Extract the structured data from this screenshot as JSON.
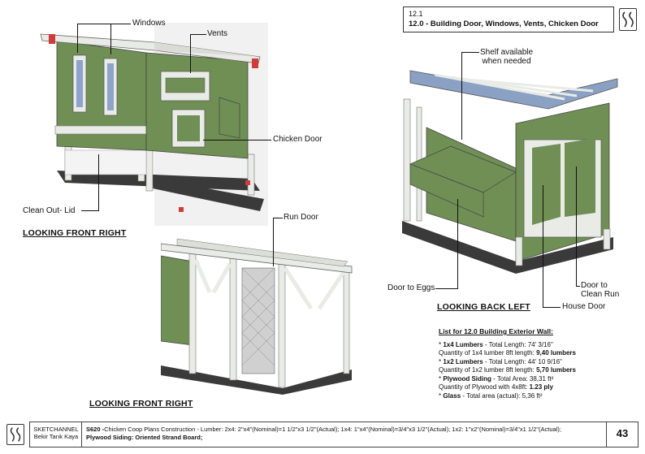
{
  "header": {
    "number": "12.1",
    "title": "12.0 - Building Door, Windows, Vents, Chicken Door"
  },
  "labels": {
    "windows": "Windows",
    "vents": "Vents",
    "chicken_door": "Chicken Door",
    "clean_out_lid": "Clean Out- Lid",
    "run_door": "Run Door",
    "shelf": "Shelf available\nwhen needed",
    "door_to_eggs": "Door to Eggs",
    "door_to_clean_run": "Door to\nClean Run",
    "house_door": "House Door"
  },
  "view_titles": {
    "front_right_1": "LOOKING FRONT RIGHT",
    "back_left": "LOOKING BACK LEFT",
    "front_right_2": "LOOKING FRONT RIGHT"
  },
  "materials": {
    "heading": "List for 12.0 Building Exterior Wall:",
    "rows": [
      {
        "bullet": "*",
        "name": "1x4 Lumbers",
        "text": " - Total Length: 74' 3/16\""
      },
      {
        "bullet": "",
        "name": "",
        "text": "Quantity of 1x4 lumber 8ft length: ",
        "bold": "9,40 lumbers"
      },
      {
        "bullet": "*",
        "name": "1x2 Lumbers",
        "text": " - Total Length: 44' 10 9/16\""
      },
      {
        "bullet": "",
        "name": "",
        "text": "Quantity of 1x2 lumber 8ft length: ",
        "bold": "5,70 lumbers"
      },
      {
        "bullet": "*",
        "name": "Plywood Siding",
        "text": " - Total Area: 38,31 ft²"
      },
      {
        "bullet": "",
        "name": "",
        "text": "Quantity of Plywood with 4x8ft: ",
        "bold": "1.23 ply"
      },
      {
        "bullet": "*",
        "name": "Glass",
        "text": " - Total area (actual): 5,36 ft²"
      }
    ]
  },
  "footer": {
    "channel": "SKETCHANNEL",
    "author": "Bekir Tarık Kaya",
    "desc_line1_code": "S620 -",
    "desc_line1": "Chicken Coop Plans Construction - Lumber: 2x4: 2\"x4\"(Nominal)=1 1/2\"x3 1/2\"(Actual); 1x4: 1\"x4\"(Nominal)=3/4\"x3 1/2\"(Actual); 1x2: 1\"x2\"(Nominal)=3/4\"x1 1/2\"(Actual);",
    "desc_line2": "Plywood Siding: Oriented Strand Board;",
    "page": "43"
  },
  "colors": {
    "siding": "#6f8f55",
    "trim": "#e9ebe6",
    "base": "#3a3a3a",
    "glass": "#8ea3c9",
    "accent": "#d33a3a"
  },
  "icons": {
    "logo": "sketchannel-logo-icon"
  }
}
